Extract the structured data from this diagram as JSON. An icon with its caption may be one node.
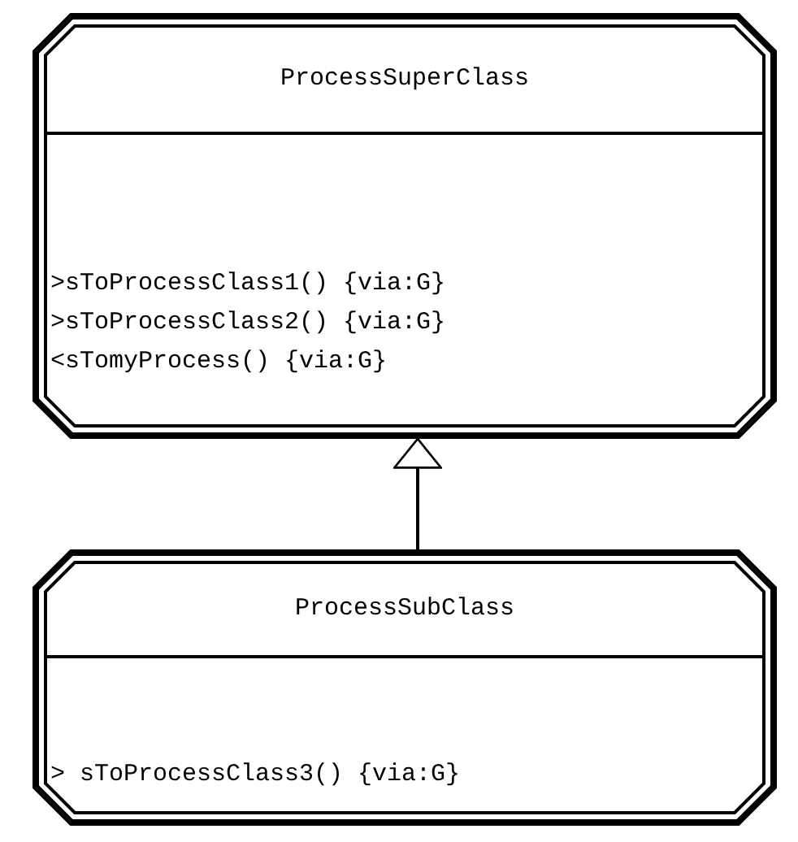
{
  "diagram": {
    "nodes": [
      {
        "text": [
          "ProcessSuperClass",
          ">sToProcessClass1() {via:G}",
          ">sToProcessClass2() {via:G}",
          "<sTomyProcess() {via:G}"
        ]
      },
      {
        "text": [
          "ProcessSubClass",
          "> sToProcessClass3() {via:G}"
        ]
      }
    ],
    "edges": [
      {
        "from": 1,
        "to": 0,
        "arrow": "to"
      }
    ]
  }
}
